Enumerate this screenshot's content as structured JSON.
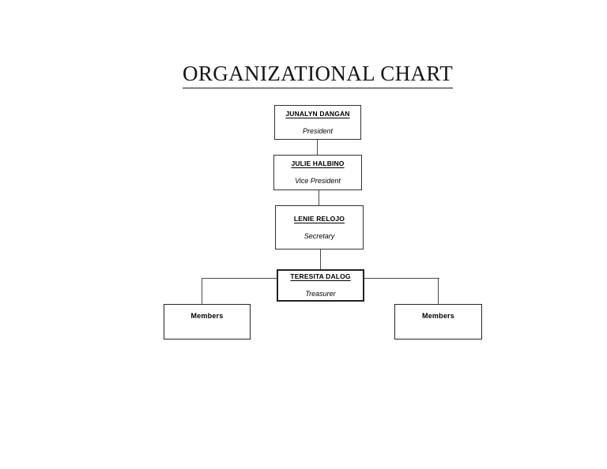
{
  "document": {
    "title": "ORGANIZATIONAL CHART",
    "background_color": "#ffffff",
    "text_color": "#000000",
    "border_color": "#333333",
    "connector_color": "#4a4a4a"
  },
  "org_chart": {
    "nodes": [
      {
        "id": "president",
        "name": "JUNALYN DANGAN",
        "role": "President",
        "level": 1
      },
      {
        "id": "vice-president",
        "name": "JULIE HALBINO",
        "role": "Vice President",
        "level": 2
      },
      {
        "id": "secretary",
        "name": "LENIE RELOJO",
        "role": "Secretary",
        "level": 3
      },
      {
        "id": "treasurer",
        "name": "TERESITA DALOG",
        "role": "Treasurer",
        "level": 4
      }
    ],
    "members": [
      {
        "id": "members-left",
        "label": "Members"
      },
      {
        "id": "members-right",
        "label": "Members"
      }
    ]
  }
}
